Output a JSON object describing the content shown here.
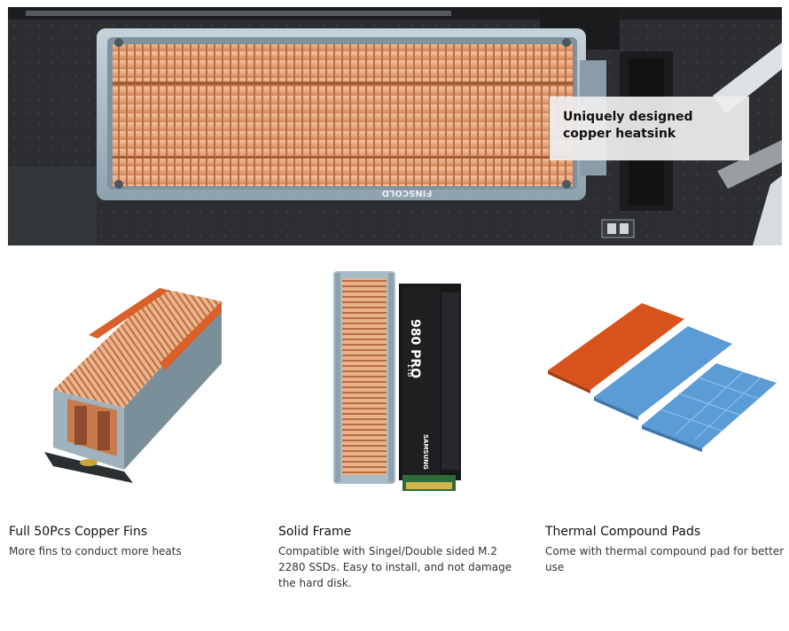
{
  "hero": {
    "callout_text": "Uniquely designed copper heatsink",
    "brand_text": "FINSCOLD"
  },
  "features": [
    {
      "title": "Full 50Pcs Copper Fins",
      "description": "More fins to conduct more heats"
    },
    {
      "title": "Solid Frame",
      "description": "Compatible with Singel/Double sided M.2 2280 SSDs. Easy to install, and not damage the hard disk."
    },
    {
      "title": "Thermal Compound Pads",
      "description": "Come with thermal compound pad for better use"
    }
  ],
  "ssd_label": {
    "model": "980 PRO",
    "capacity": "1TB",
    "brand": "SAMSUNG"
  },
  "colors": {
    "copper": "#e8a57c",
    "frame": "#9fb3bf",
    "pad_orange": "#d9531e",
    "pad_blue": "#5b9bd6"
  }
}
